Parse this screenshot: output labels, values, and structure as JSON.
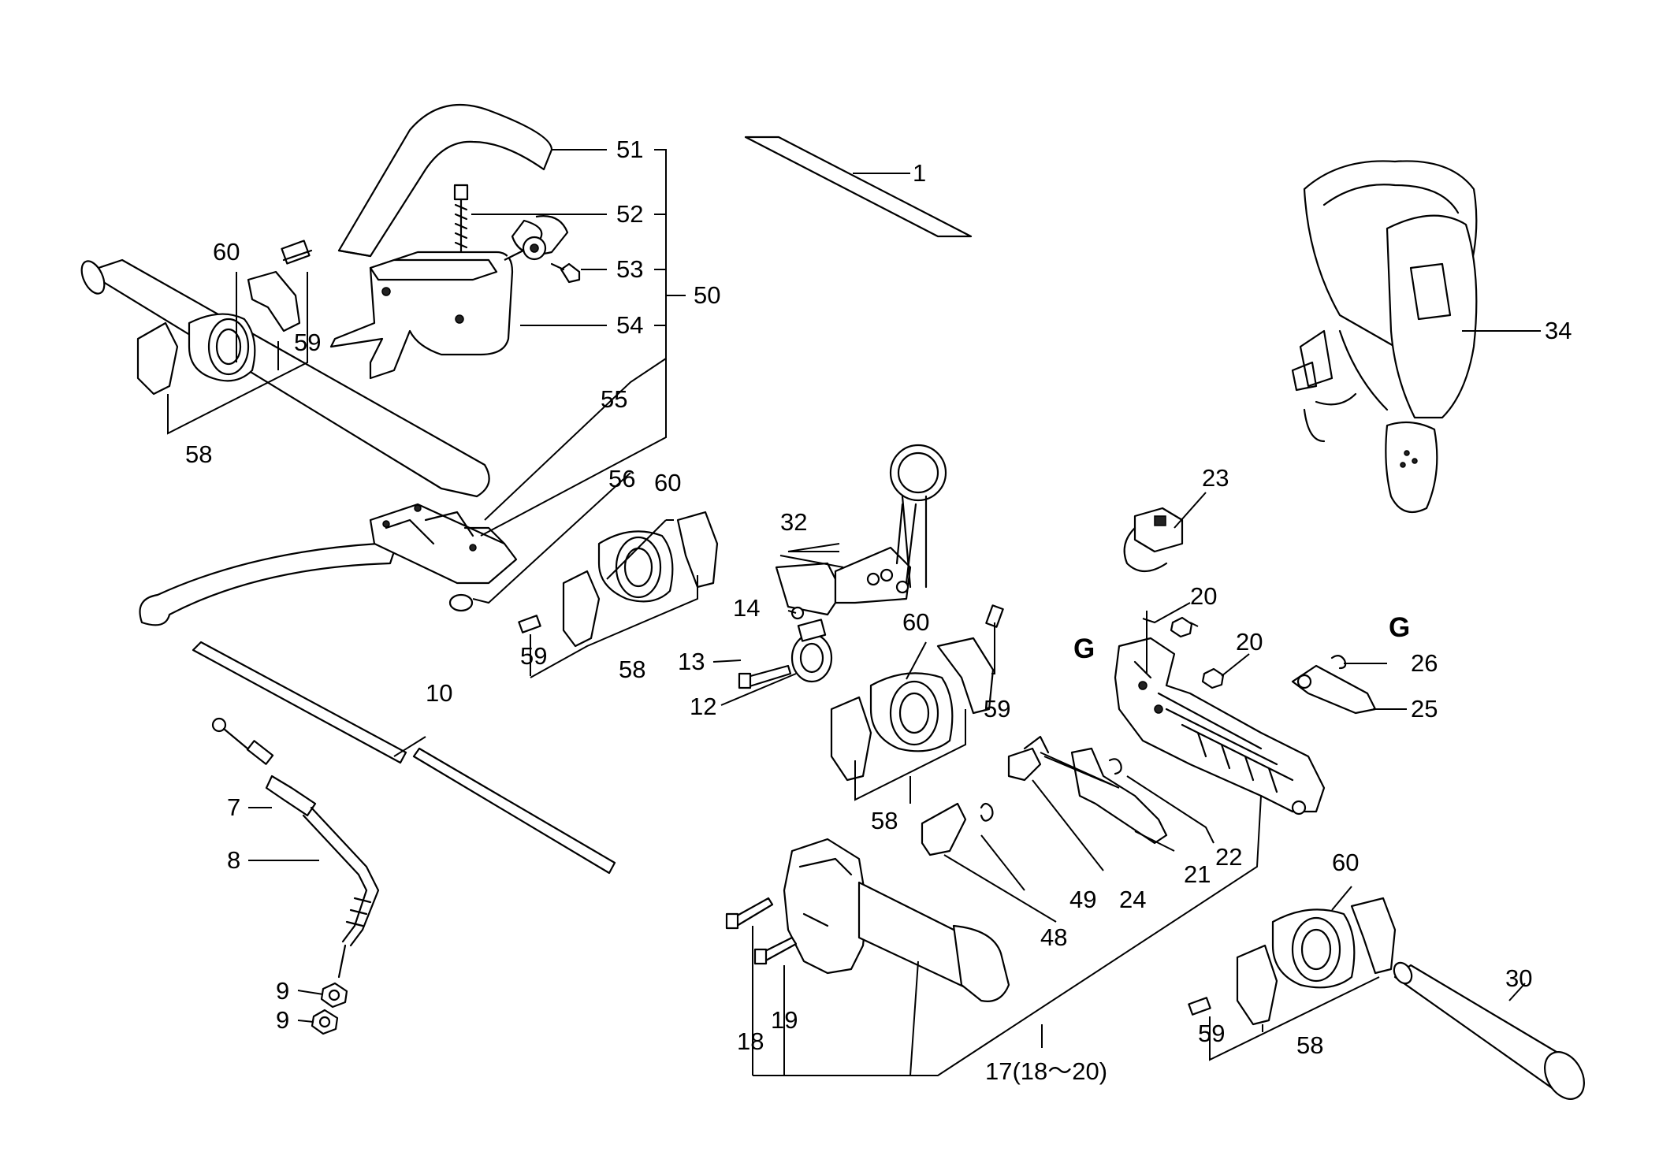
{
  "labels": {
    "l1": "1",
    "l7": "7",
    "l8": "8",
    "l9a": "9",
    "l9b": "9",
    "l10": "10",
    "l12": "12",
    "l13": "13",
    "l14": "14",
    "l17": "17(18～20)",
    "l18": "18",
    "l19": "19",
    "l20a": "20",
    "l20b": "20",
    "l21": "21",
    "l22": "22",
    "l23": "23",
    "l24": "24",
    "l25": "25",
    "l26": "26",
    "l30": "30",
    "l32": "32",
    "l34": "34",
    "l48": "48",
    "l49": "49",
    "l50": "50",
    "l51": "51",
    "l52": "52",
    "l53": "53",
    "l54": "54",
    "l55": "55",
    "l56": "56",
    "l58a": "58",
    "l58b": "58",
    "l58c": "58",
    "l58d": "58",
    "l59a": "59",
    "l59b": "59",
    "l59c": "59",
    "l59d": "59",
    "l60a": "60",
    "l60b": "60",
    "l60c": "60",
    "l60d": "60"
  },
  "markers": {
    "g1": "G",
    "g2": "G"
  }
}
